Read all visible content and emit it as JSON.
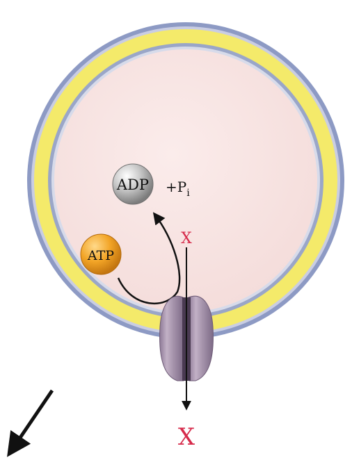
{
  "labels": {
    "adp": "ADP",
    "plus_p": "+P",
    "p_subscript": "i",
    "atp": "ATP",
    "x_inside": "X",
    "x_outside": "X"
  },
  "colors": {
    "cytoplasm": "#f8e4e2",
    "inner_membrane": "#9aa6c8",
    "outer_membrane": "#8d9ac4",
    "periplasm": "#f4ea6a",
    "atp_ball": "#f0a020",
    "adp_ball": "#b8b8b8",
    "transporter": "#a693ad",
    "substrate_label": "#d62a4a",
    "arrow": "#111111"
  },
  "icons": {
    "transporter": "abc-transporter-icon",
    "corner_arrow": "arrow-down-left-icon"
  }
}
